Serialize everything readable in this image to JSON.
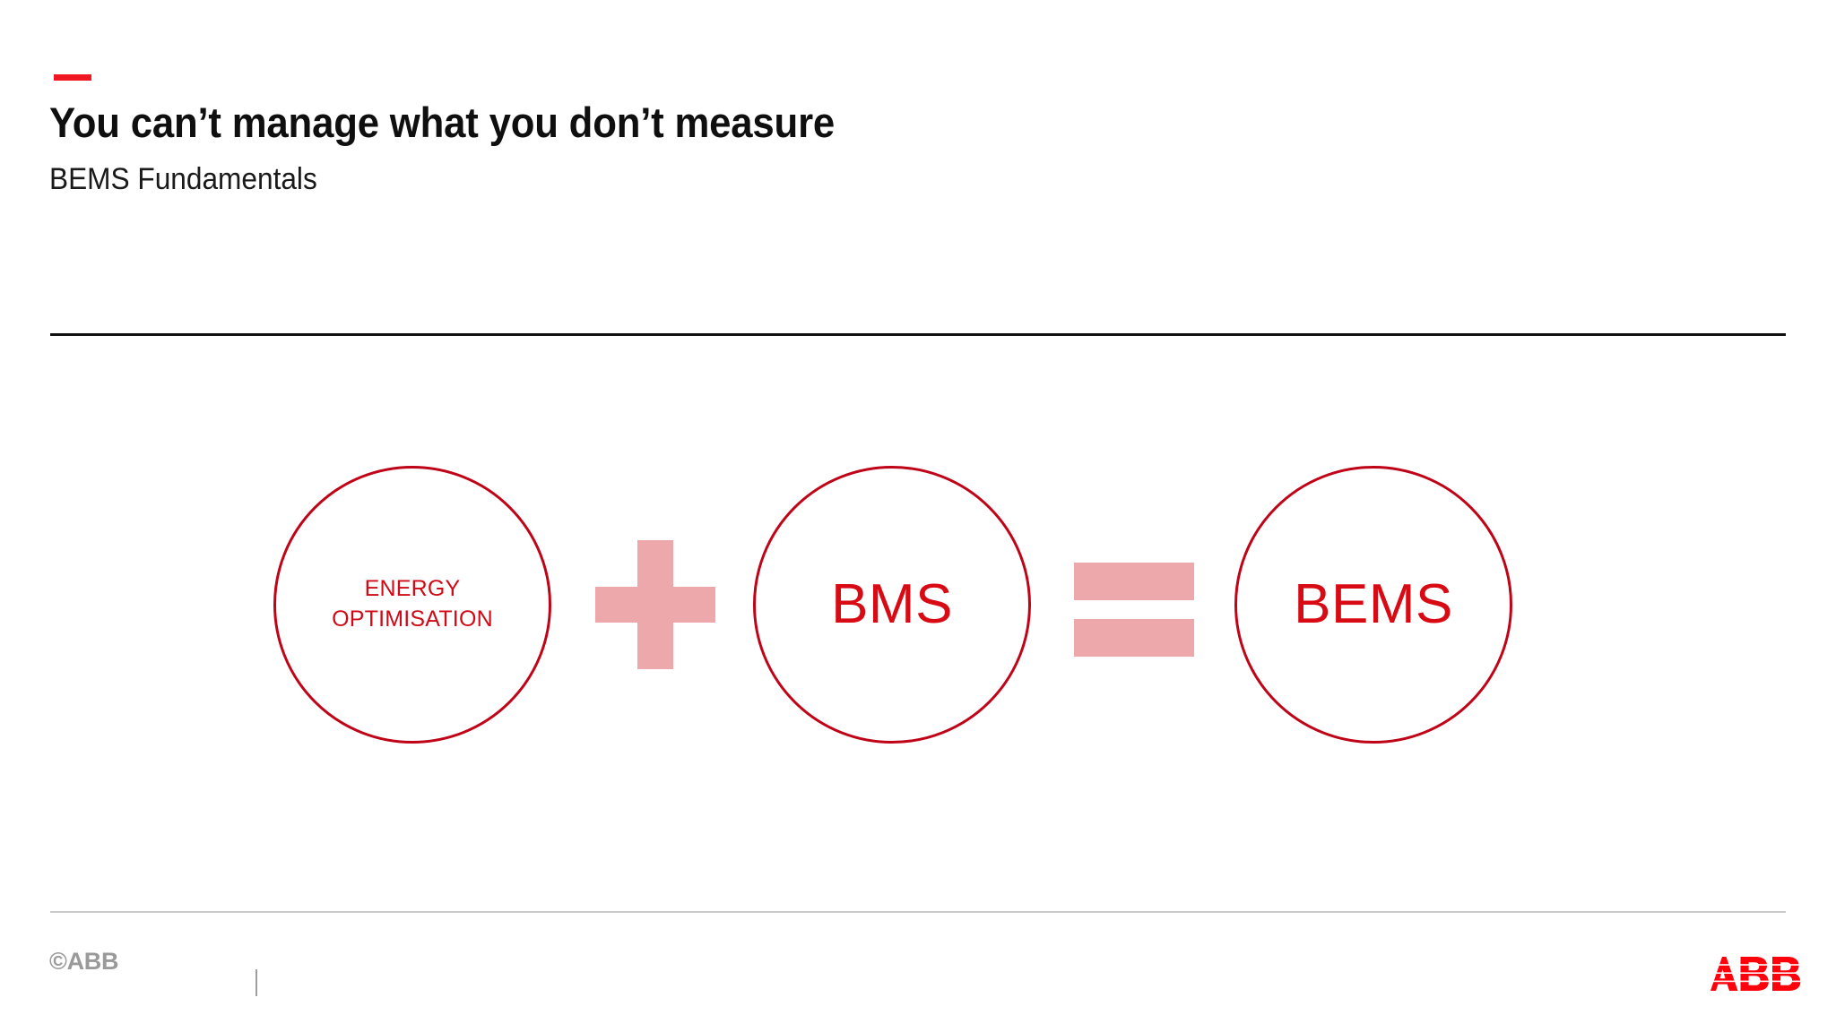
{
  "slide": {
    "title": "You can’t manage what you don’t measure",
    "subtitle": "BEMS Fundamentals",
    "accent_color": "#f01722"
  },
  "diagram": {
    "type": "equation",
    "nodes": [
      {
        "id": "energy-optimisation",
        "label_line1": "ENERGY",
        "label_line2": "OPTIMISATION",
        "shape": "circle",
        "text_size": "small"
      },
      {
        "id": "bms",
        "label": "BMS",
        "shape": "circle",
        "text_size": "large"
      },
      {
        "id": "bems",
        "label": "BEMS",
        "shape": "circle",
        "text_size": "large"
      }
    ],
    "operators": [
      {
        "id": "plus",
        "symbol": "+",
        "color": "#eda8ab"
      },
      {
        "id": "equals",
        "symbol": "=",
        "color": "#eda8ab"
      }
    ],
    "stroke_color": "#c00418",
    "text_color": "#d80b14"
  },
  "footer": {
    "copyright": "©ABB",
    "logo_text": "ABB",
    "logo_color": "#ff000d",
    "copyright_color": "#9a9a9a"
  }
}
